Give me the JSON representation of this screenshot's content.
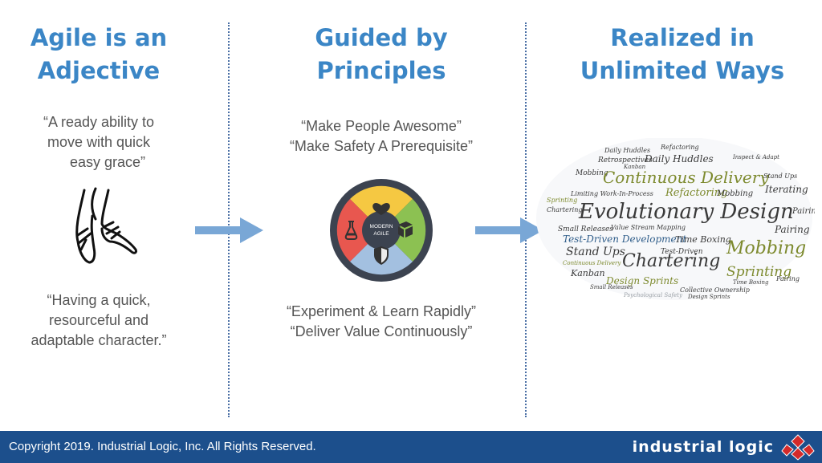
{
  "columns": [
    {
      "heading": [
        "Agile is an",
        "Adjective"
      ],
      "quote_top": [
        "“A ready ability to",
        "move with quick",
        "easy grace”"
      ],
      "quote_bottom": [
        "“Having a quick,",
        "resourceful and",
        "adaptable character.”"
      ]
    },
    {
      "heading": [
        "Guided by",
        "Principles"
      ],
      "quote_top": [
        "“Make People Awesome”",
        "“Make Safety A Prerequisite”"
      ],
      "quote_bottom": [
        "“Experiment & Learn Rapidly”",
        "“Deliver Value Continuously”"
      ]
    },
    {
      "heading": [
        "Realized in",
        "Unlimited Ways"
      ]
    }
  ],
  "wheel": {
    "center_label": [
      "MODERN",
      "AGILE"
    ],
    "colors": {
      "top": "#f5c842",
      "right": "#8cc152",
      "bottom": "#a3c0e0",
      "left": "#e8574f",
      "center": "#3c4350",
      "rim": "#3c4350"
    }
  },
  "word_cloud": {
    "words": [
      "Daily Huddles",
      "Refactoring",
      "Retrospectives",
      "Daily Huddles",
      "Inspect & Adapt",
      "Kanban",
      "Mobbing",
      "Continuous Delivery",
      "Stand Ups",
      "Iterating",
      "Limiting Work-In-Process",
      "Refactoring",
      "Mobbing",
      "Sprinting",
      "Evolutionary Design",
      "Pairing",
      "Chartering",
      "Small Releases",
      "Value Stream Mapping",
      "Test-Driven Development",
      "Time Boxing",
      "Mobbing",
      "Stand Ups",
      "Test-Driven",
      "Pairing",
      "Continuous Delivery",
      "Chartering",
      "Kanban",
      "Design Sprints",
      "Sprinting",
      "Pairing",
      "Small Releases",
      "Collective Ownership",
      "Time Boxing",
      "Psychological Safety",
      "Design Sprints"
    ],
    "colors": {
      "dark": "#3a3a3a",
      "olive": "#7d8a2e",
      "blue": "#2f5d8a",
      "light": "#9aa0a6"
    }
  },
  "footer": {
    "copyright": "Copyright 2019. Industrial Logic, Inc.  All Rights Reserved.",
    "brand": "industrial logic"
  },
  "colors": {
    "accent": "#3b86c6",
    "arrow": "#79a7d6",
    "footer": "#1c4f8c",
    "text": "#555555"
  },
  "icons": [
    "ballet-shoes-icon",
    "heart-icon",
    "box-icon",
    "shield-icon",
    "flask-icon",
    "arrow-right-icon",
    "industrial-logic-logo-icon"
  ]
}
